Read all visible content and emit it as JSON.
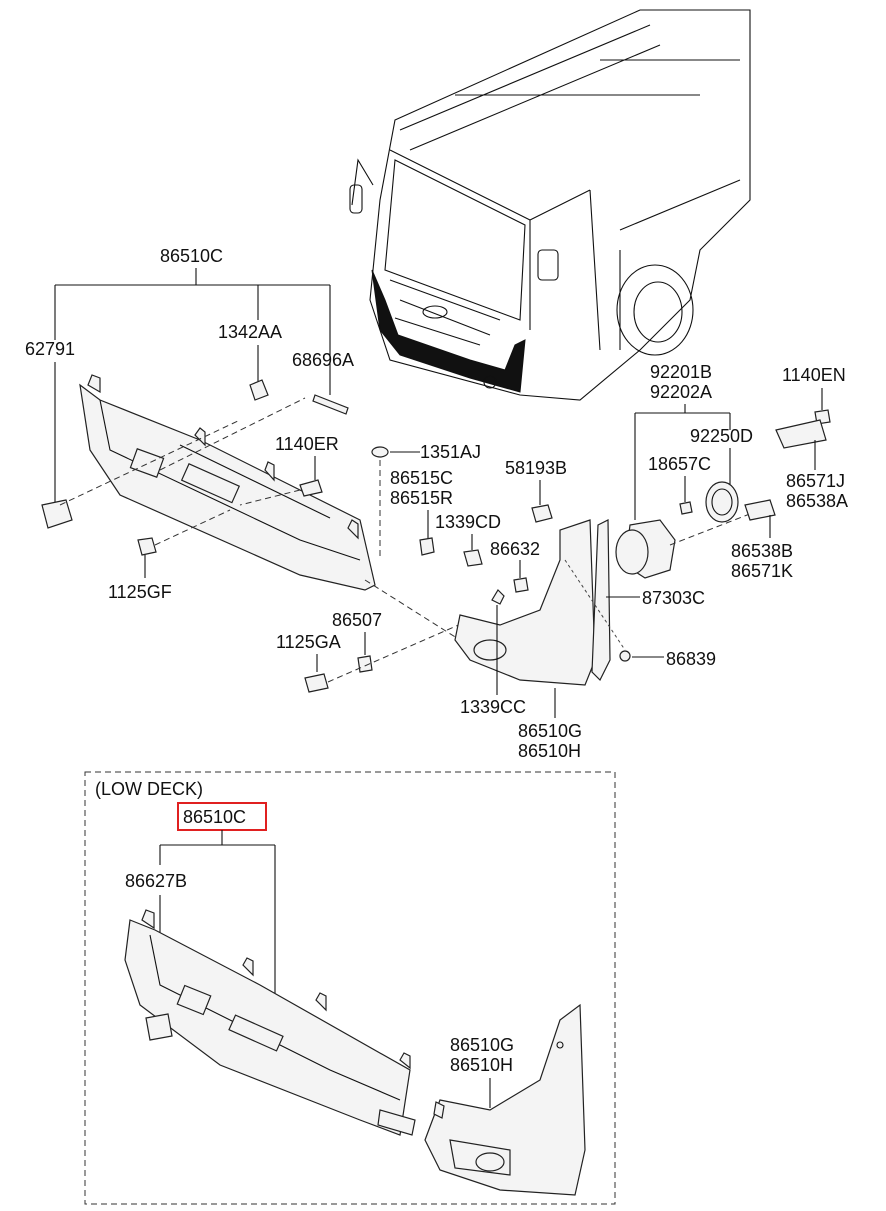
{
  "labels": {
    "top_group": "86510C",
    "p62791": "62791",
    "p1342AA": "1342AA",
    "p68696A": "68696A",
    "p1140ER": "1140ER",
    "p1351AJ": "1351AJ",
    "p86515C": "86515C",
    "p86515R": "86515R",
    "p58193B": "58193B",
    "p1339CD": "1339CD",
    "p86632": "86632",
    "p1125GF": "1125GF",
    "p1125GA": "1125GA",
    "p86507": "86507",
    "p1339CC": "1339CC",
    "p86510G": "86510G",
    "p86510H": "86510H",
    "p92201B": "92201B",
    "p92202A": "92202A",
    "p1140EN": "1140EN",
    "p92250D": "92250D",
    "p18657C": "18657C",
    "p86571J": "86571J",
    "p86538A": "86538A",
    "p86538B": "86538B",
    "p86571K": "86571K",
    "p87303C": "87303C",
    "p86839": "86839"
  },
  "low_deck": {
    "title": "(LOW DECK)",
    "group": "86510C",
    "p86627B": "86627B",
    "p86510G": "86510G",
    "p86510H": "86510H"
  },
  "colors": {
    "highlight": "#e02020"
  }
}
